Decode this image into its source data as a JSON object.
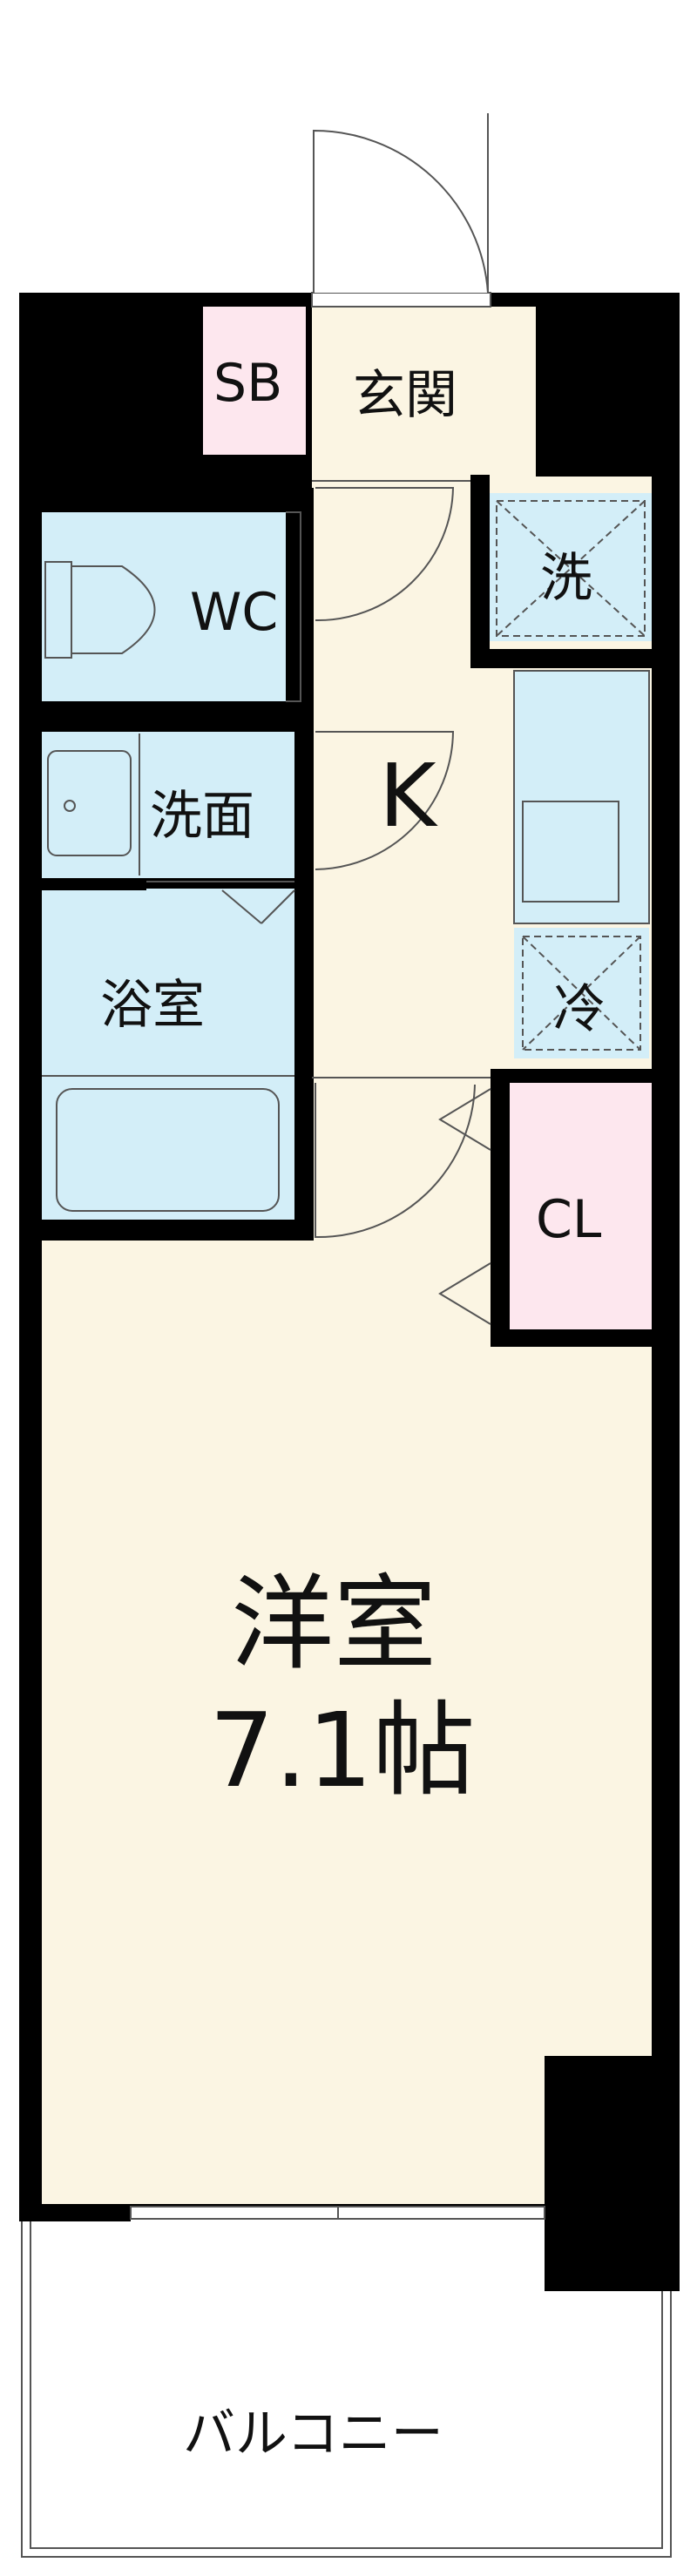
{
  "rooms": {
    "storage_box": "SB",
    "entrance": "玄関",
    "washer": "洗",
    "toilet": "WC",
    "washroom": "洗面",
    "kitchen": "K",
    "bathroom": "浴室",
    "fridge": "冷",
    "closet": "CL",
    "western_room": "洋室",
    "western_room_size": "7.1帖",
    "balcony": "バルコニー"
  },
  "colors": {
    "wall": "#000000",
    "floor_beige": "#fbf5e3",
    "wet_blue": "#d3eef8",
    "storage_pink": "#fde7ee",
    "lines": "#555555"
  }
}
